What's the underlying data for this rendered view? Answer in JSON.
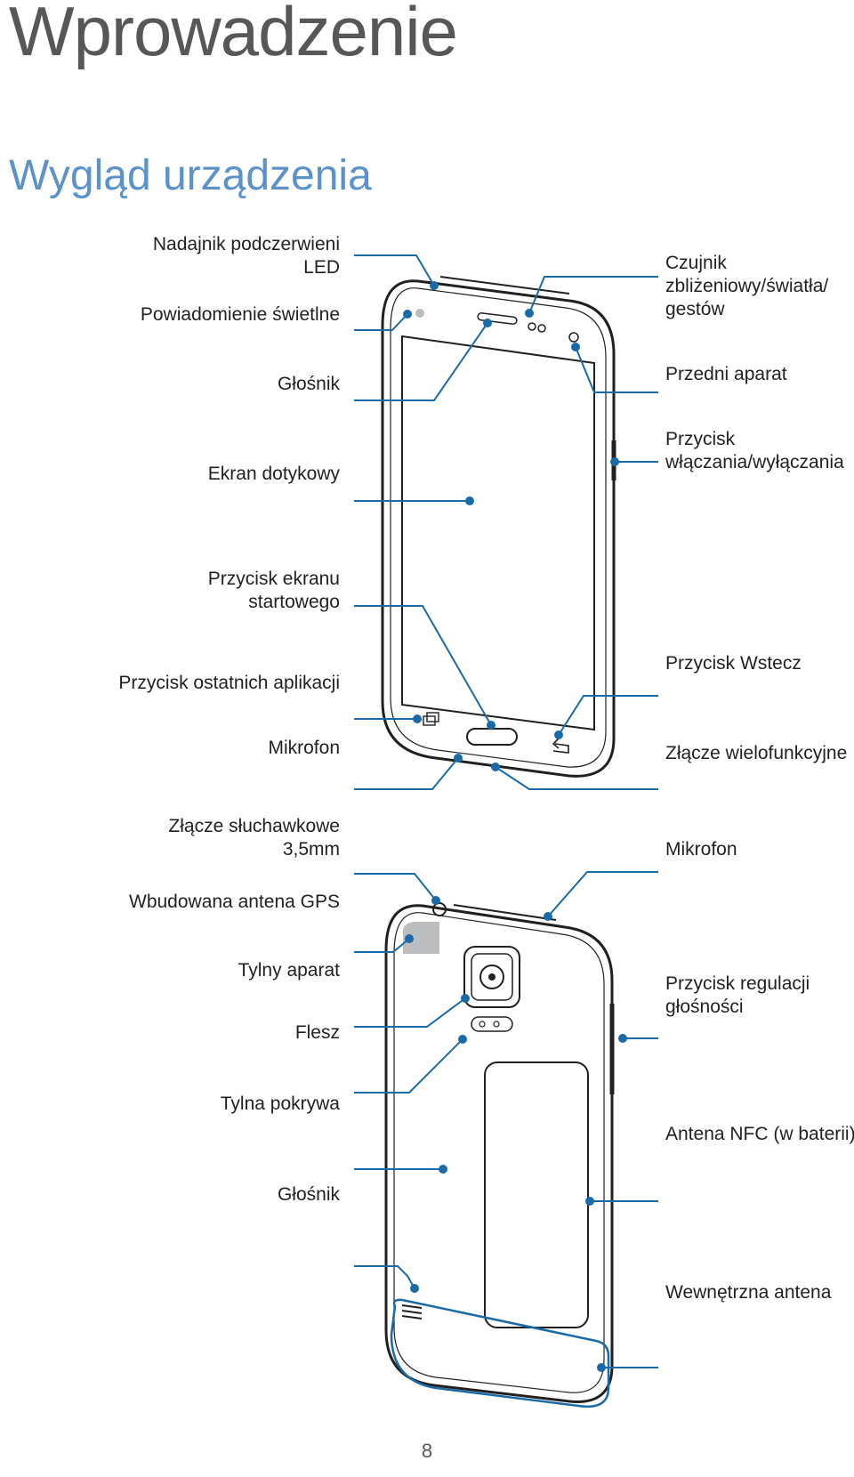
{
  "page": {
    "title": "Wprowadzenie",
    "section_title": "Wygląd urządzenia",
    "page_number": "8"
  },
  "front_labels": {
    "ir_led": [
      "Nadajnik podczerwieni",
      "LED"
    ],
    "notification_light": "Powiadomienie świetlne",
    "earpiece": "Głośnik",
    "touchscreen": "Ekran dotykowy",
    "home_button": [
      "Przycisk ekranu",
      "startowego"
    ],
    "recent_apps_button": "Przycisk ostatnich aplikacji",
    "microphone": "Mikrofon",
    "proximity_sensor": [
      "Czujnik",
      "zbliżeniowy/światła/",
      "gestów"
    ],
    "front_camera": "Przedni aparat",
    "power_button": [
      "Przycisk",
      "włączania/wyłączania"
    ],
    "back_button": "Przycisk Wstecz",
    "multipurpose_jack": "Złącze wielofunkcyjne"
  },
  "back_labels": {
    "headset_jack": [
      "Złącze słuchawkowe",
      "3,5mm"
    ],
    "gps_antenna": "Wbudowana antena GPS",
    "rear_camera": "Tylny aparat",
    "flash": "Flesz",
    "back_cover": "Tylna pokrywa",
    "speaker": "Głośnik",
    "microphone": "Mikrofon",
    "volume_button": [
      "Przycisk regulacji",
      "głośności"
    ],
    "nfc_antenna": "Antena NFC (w baterii)",
    "main_antenna": "Wewnętrzna antena"
  },
  "colors": {
    "callout": "#1a6aa8",
    "outline": "#231f20",
    "title": "#555759",
    "section": "#5b92c9",
    "gps_patch": "#bcbdbf"
  }
}
